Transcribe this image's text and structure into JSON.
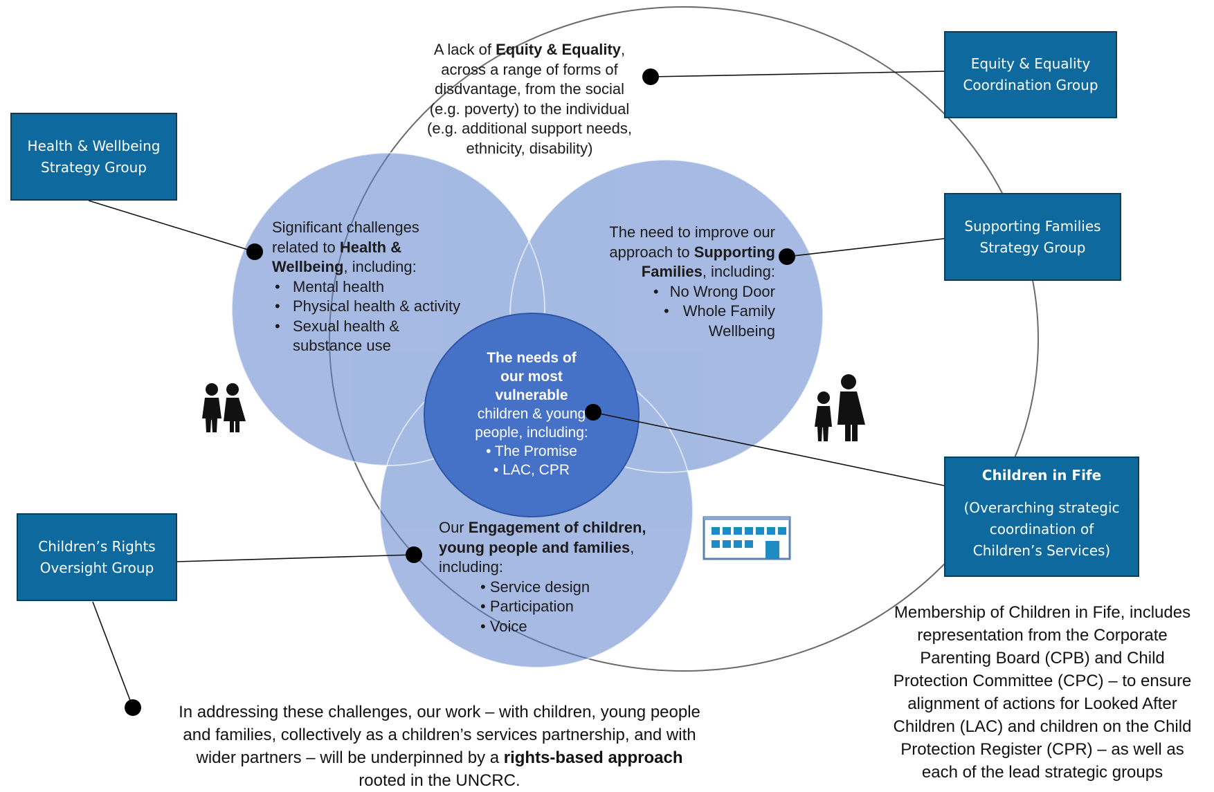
{
  "boxes": {
    "equity": [
      "Equity & Equality",
      "Coordination Group"
    ],
    "health": [
      "Health & Wellbeing",
      "Strategy Group"
    ],
    "families": [
      "Supporting Families",
      "Strategy Group"
    ],
    "rights": [
      "Children’s Rights",
      "Oversight Group"
    ],
    "fife_title": "Children in Fife",
    "fife_sub": [
      "(Overarching strategic",
      "coordination of",
      "Children’s Services)"
    ]
  },
  "equity_text": {
    "pre": "A lack of ",
    "bold": "Equity & Equality",
    "post": ",",
    "lines": [
      "across a range of forms of",
      "disdvantage, from the social",
      "(e.g. poverty) to the individual",
      "(e.g. additional support needs,",
      "ethnicity, disability)"
    ]
  },
  "health_text": {
    "l1": "Significant challenges",
    "l2_pre": "related to ",
    "l2_bold": "Health &",
    "l3_bold": "Wellbeing",
    "l3_post": ", including:",
    "bullets": [
      "Mental health",
      "Physical health & activity",
      "Sexual health &"
    ],
    "cont": "substance use"
  },
  "families_text": {
    "l1": "The need to improve our",
    "l2_pre": "approach to ",
    "l2_bold": "Supporting",
    "l3_bold": "Families",
    "l3_post": ", including:",
    "bullets": [
      "No Wrong Door",
      "Whole Family"
    ],
    "cont": "Wellbeing"
  },
  "center_text": {
    "bold_lines": [
      "The needs of",
      "our most",
      "vulnerable"
    ],
    "lines": [
      "children & young",
      "people, including:",
      "• The Promise",
      "• LAC, CPR"
    ]
  },
  "engagement_text": {
    "pre": "Our ",
    "bold1": "Engagement of children,",
    "bold2": "young people and families",
    "post": ",",
    "l3": "including:",
    "bullets": [
      "Service design",
      "Participation",
      "Voice"
    ]
  },
  "bottom_text": {
    "l1": "In addressing these challenges, our work – with children, young people",
    "l2": "and families, collectively as a children’s services partnership, and with",
    "l3_pre": "wider partners – will be underpinned by a ",
    "l3_bold": "rights-based approach",
    "l4": "rooted in the UNCRC."
  },
  "membership_text": [
    "Membership of Children in Fife, includes",
    "representation from the Corporate",
    "Parenting Board (CPB) and Child",
    "Protection Committee (CPC) – to ensure",
    "alignment of actions for Looked After",
    "Children (LAC) and children on the Child",
    "Protection Register (CPR) – as well as",
    "each of the lead strategic groups"
  ],
  "icons": [
    "children-pair-icon",
    "parent-child-icon",
    "school-building-icon"
  ],
  "colors": {
    "box_fill": "#0e6a9e",
    "circle_light": "#a4b9e2",
    "circle_overlap": "#7492d2",
    "circle_center": "#4470c6"
  }
}
